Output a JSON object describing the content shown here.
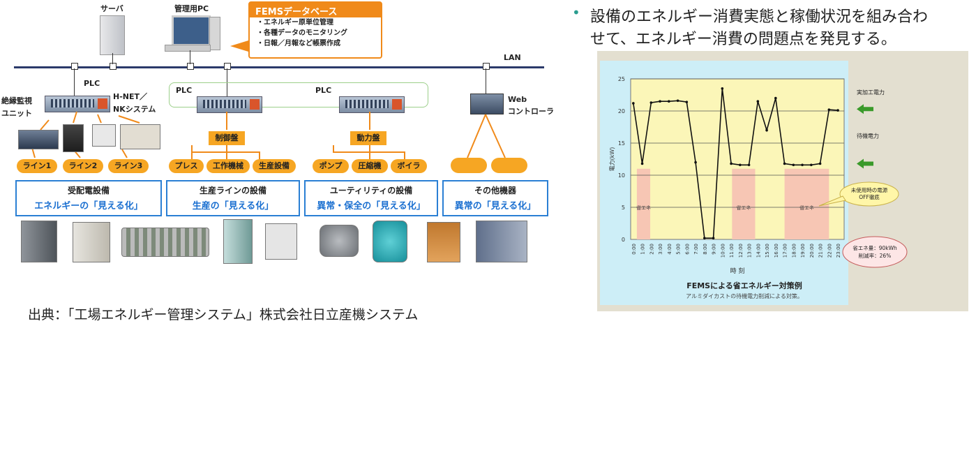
{
  "network": {
    "server": "サーバ",
    "admin_pc": "管理用PC",
    "lan": "LAN",
    "plc_1": "PLC",
    "plc_2": "PLC",
    "plc_3": "PLC",
    "insulation_unit": "絶縁監視\nユニット",
    "hnet": "H-NET／\nNKシステム",
    "web_controller": "Web\nコントローラ",
    "control_panel": "制御盤",
    "power_panel": "動力盤"
  },
  "fems": {
    "title": "FEMSデータベース",
    "items": [
      "・エネルギー原単位管理",
      "・各種データのモニタリング",
      "・日報／月報など帳票作成"
    ]
  },
  "lines": [
    "ライン1",
    "ライン2",
    "ライン3"
  ],
  "production_items": [
    "プレス",
    "工作機械",
    "生産設備"
  ],
  "utility_items": [
    "ポンプ",
    "圧縮機",
    "ボイラ"
  ],
  "categories": [
    {
      "title": "受配電設備",
      "sub": "エネルギーの「見える化」"
    },
    {
      "title": "生産ラインの設備",
      "sub": "生産の「見える化」"
    },
    {
      "title": "ユーティリティの設備",
      "sub": "異常・保全の「見える化」"
    },
    {
      "title": "その他機器",
      "sub": "異常の「見える化」"
    }
  ],
  "source": "出典：「工場エネルギー管理システム」株式会社日立産機システム",
  "bullet": {
    "marker": "•",
    "line1": "設備のエネルギー消費実態と稼働状況を組み合わ",
    "line2": "せて、エネルギー消費の問題点を発見する。"
  },
  "chart_data": {
    "type": "line",
    "title": "FEMSによる省エネルギー対策例",
    "subtitle": "アルミダイカストの待機電力削減による対策。",
    "xlabel": "時 刻",
    "ylabel": "電力(kW)",
    "ylim": [
      0,
      25
    ],
    "yticks": [
      0,
      5,
      10,
      15,
      20,
      25
    ],
    "x": [
      "0:00",
      "1:00",
      "2:00",
      "3:00",
      "4:00",
      "5:00",
      "6:00",
      "7:00",
      "8:00",
      "9:00",
      "10:00",
      "11:00",
      "12:00",
      "13:00",
      "14:00",
      "15:00",
      "16:00",
      "17:00",
      "18:00",
      "19:00",
      "20:00",
      "21:00",
      "22:00",
      "23:00"
    ],
    "series": [
      {
        "values": [
          21.2,
          11.8,
          21.3,
          21.5,
          21.5,
          21.6,
          21.4,
          12.0,
          0.2,
          0.2,
          23.5,
          11.8,
          11.6,
          11.6,
          21.5,
          17.0,
          22.0,
          11.8,
          11.6,
          11.6,
          11.6,
          11.8,
          20.2,
          20.1
        ]
      }
    ],
    "grid": "horizontal",
    "shaded_regions": [
      {
        "from": 0.4,
        "to": 1.9,
        "label": "省エネ"
      },
      {
        "from": 11.1,
        "to": 13.7,
        "label": "省エネ"
      },
      {
        "from": 17.0,
        "to": 22.0,
        "label": "省エネ"
      }
    ],
    "annotations": {
      "actual_power": "実加工電力",
      "standby_power": "待機電力",
      "callout": "未使用時の電源\nOFF徹底",
      "savings_line1": "省エネ量：90kWh",
      "savings_line2": "削減率：26%"
    },
    "colors": {
      "plot_bg": "#fbf6b8",
      "frame_bg": "#cdeef7",
      "shade": "#f7c6b4",
      "arrow": "#3a9a2a",
      "line": "#111111"
    }
  }
}
